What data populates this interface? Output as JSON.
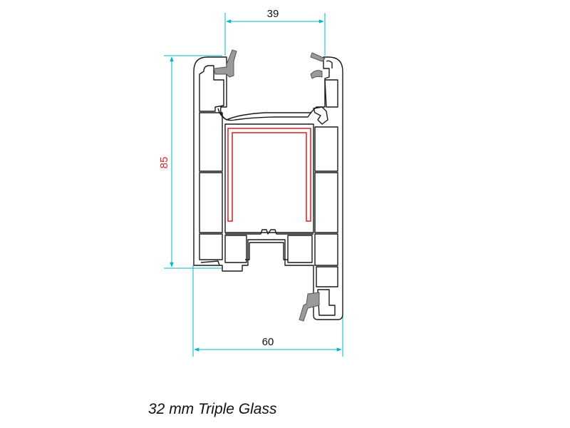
{
  "diagram": {
    "dimensions": {
      "top_width": "39",
      "height": "85",
      "bottom_width": "60"
    },
    "caption": "32 mm Triple Glass"
  },
  "colors": {
    "dimension": "#00b7c7",
    "height_label": "#e0262b",
    "profile_outline": "#1a1a1a",
    "steel_reinforcement": "#e21b23",
    "gasket": "#8c8c8c"
  }
}
